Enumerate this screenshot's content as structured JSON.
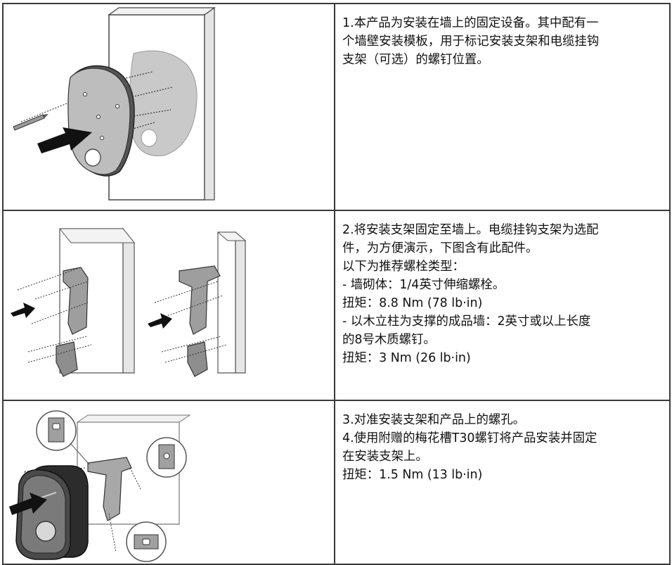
{
  "rows": [
    {
      "lines": [
        "1.本产品为安装在墙上的固定设备。其中配有一",
        "个墙壁安装模板，用于标记安装支架和电缆挂钩",
        "支架（可选）的螺钉位置。"
      ]
    },
    {
      "lines": [
        "2.将安装支架固定至墙上。电缆挂钩支架为选配",
        "件，为方便演示，下图含有此配件。",
        "以下为推荐螺栓类型：",
        "- 墙砌体：1/4英寸伸缩螺栓。",
        "扭矩：8.8 Nm (78 lb·in)",
        "- 以木立柱为支撑的成品墙：2英寸或以上长度",
        "的8号木质螺钉。",
        "扭矩：3 Nm (26 lb·in)"
      ]
    },
    {
      "lines": [
        "3.对准安装支架和产品上的螺孔。",
        "4.使用附赠的梅花槽T30螺钉将产品安装并固定",
        "在安装支架上。",
        "扭矩：1.5 Nm (13 lb·in)"
      ]
    }
  ],
  "icons": {
    "illustration_1": "wall-template-illustration",
    "illustration_2": "bracket-mounting-illustration",
    "illustration_3": "product-mounting-illustration"
  }
}
